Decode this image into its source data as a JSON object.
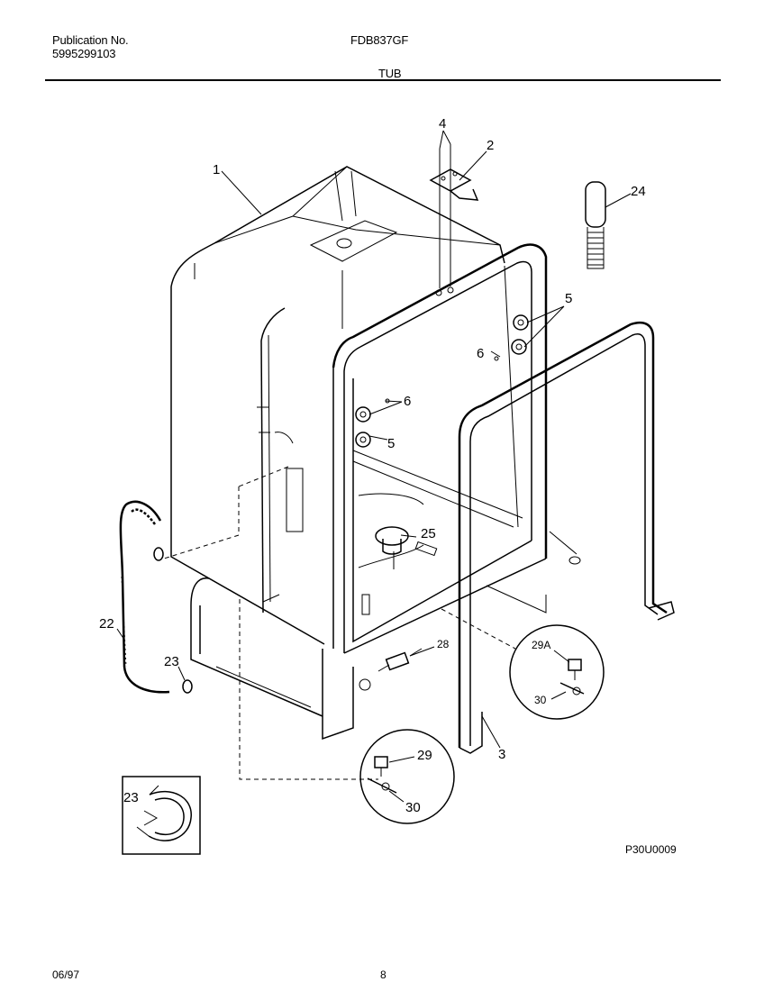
{
  "header": {
    "publication_label": "Publication No.",
    "publication_number": "5995299103",
    "model": "FDB837GF",
    "section": "TUB"
  },
  "footer": {
    "date": "06/97",
    "page": "8"
  },
  "diagram": {
    "figure_code": "P30U0009",
    "callouts": {
      "c1": "1",
      "c2": "2",
      "c3": "3",
      "c4": "4",
      "c5a": "5",
      "c5b": "5",
      "c6a": "6",
      "c6b": "6",
      "c22": "22",
      "c23a": "23",
      "c23b": "23",
      "c24": "24",
      "c25": "25",
      "c28": "28",
      "c29": "29",
      "c29a": "29A",
      "c30a": "30",
      "c30b": "30"
    }
  }
}
